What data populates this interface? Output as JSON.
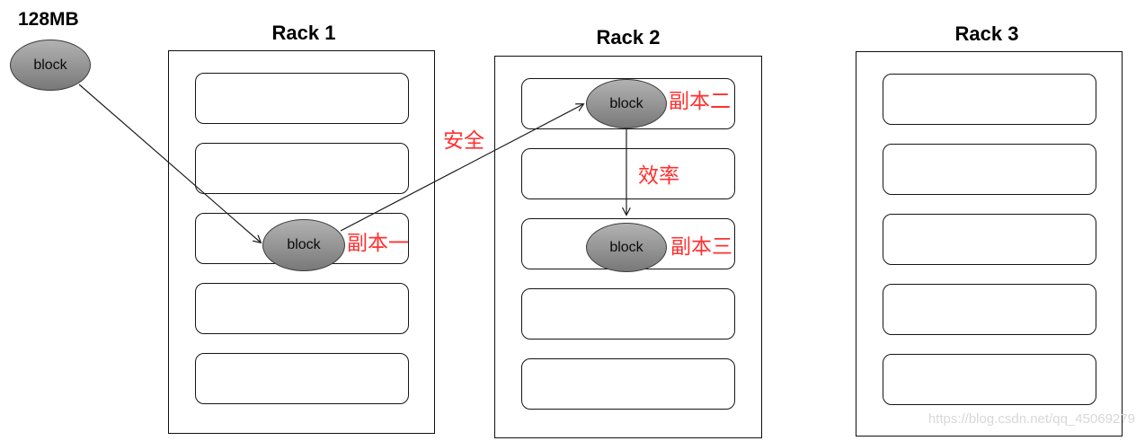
{
  "source_block": {
    "size": "128MB",
    "label": "block"
  },
  "racks": [
    {
      "title": "Rack 1",
      "slot_count": 5
    },
    {
      "title": "Rack 2",
      "slot_count": 5
    },
    {
      "title": "Rack 3",
      "slot_count": 5
    }
  ],
  "replicas": [
    {
      "label": "block",
      "annotation": "副本一",
      "rack": "Rack 1",
      "slot": 3
    },
    {
      "label": "block",
      "annotation": "副本二",
      "rack": "Rack 2",
      "slot": 1
    },
    {
      "label": "block",
      "annotation": "副本三",
      "rack": "Rack 2",
      "slot": 3
    }
  ],
  "edge_labels": {
    "safety": "安全",
    "efficiency": "效率"
  },
  "watermark": "https://blog.csdn.net/qq_45069279",
  "colors": {
    "annotation_red": "#ff3030",
    "block_gray": "#939393",
    "line_black": "#1c1c1c",
    "watermark_gray": "#d8d8d8"
  }
}
